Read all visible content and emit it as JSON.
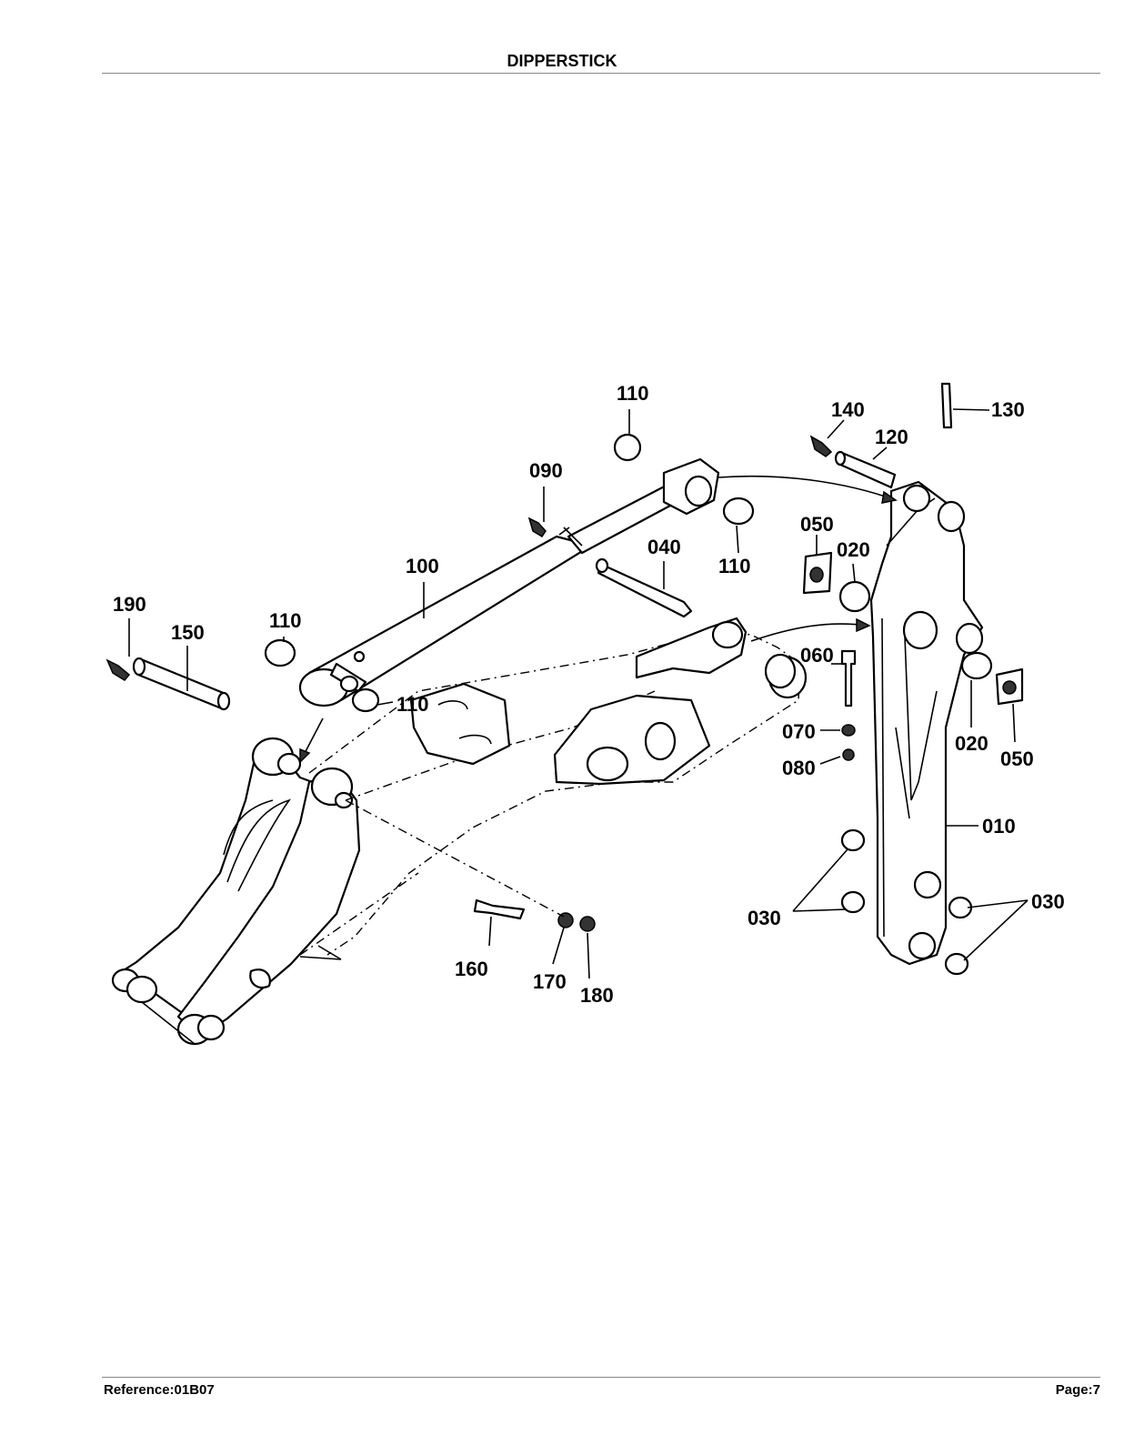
{
  "header": {
    "title": "DIPPERSTICK"
  },
  "footer": {
    "reference": "Reference:01B07",
    "page": "Page:7"
  },
  "callouts": {
    "c010": "010",
    "c020a": "020",
    "c020b": "020",
    "c030a": "030",
    "c030b": "030",
    "c040": "040",
    "c050a": "050",
    "c050b": "050",
    "c060": "060",
    "c070": "070",
    "c080": "080",
    "c090": "090",
    "c100": "100",
    "c110a": "110",
    "c110b": "110",
    "c110c": "110",
    "c110d": "110",
    "c120": "120",
    "c130": "130",
    "c140": "140",
    "c150": "150",
    "c160": "160",
    "c170": "170",
    "c180": "180",
    "c190": "190"
  }
}
